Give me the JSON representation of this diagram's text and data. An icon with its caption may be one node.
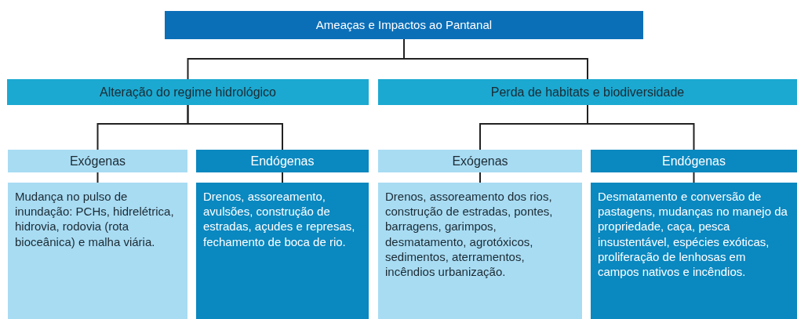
{
  "diagram": {
    "nodes": [
      {
        "text": [
          "Ameaças e Impactos ao Pantanal"
        ]
      },
      {
        "text": [
          "Alteração do regime hidrológico"
        ]
      },
      {
        "text": [
          "Perda de habitats e biodiversidade"
        ]
      },
      {
        "text": [
          "Exógenas"
        ]
      },
      {
        "text": [
          "Endógenas"
        ]
      },
      {
        "text": [
          "Exógenas"
        ]
      },
      {
        "text": [
          "Endógenas"
        ]
      },
      {
        "text": [
          "Mudança no pulso de inundação: PCHs, hidrelétrica, hidrovia, rodovia (rota bioceânica) e malha viária."
        ]
      },
      {
        "text": [
          "Drenos, assoreamento, avulsões, construção de estradas, açudes e represas, fechamento de boca de rio."
        ]
      },
      {
        "text": [
          "Drenos, assoreamento dos rios, construção de estradas, pontes, barragens, garimpos, desmatamento, agrotóxicos, sedimentos, aterramentos, incêndios urbanização."
        ]
      },
      {
        "text": [
          "Desmatamento e conversão de pastagens, mudanças no manejo da propriedade, caça, pesca insustentável, espécies exóticas, proliferação de lenhosas em campos nativos e incêndios."
        ]
      }
    ],
    "edges": [
      {
        "from": 0,
        "to": 1,
        "arrow": "none"
      },
      {
        "from": 0,
        "to": 2,
        "arrow": "none"
      },
      {
        "from": 1,
        "to": 3,
        "arrow": "none"
      },
      {
        "from": 1,
        "to": 4,
        "arrow": "none"
      },
      {
        "from": 2,
        "to": 5,
        "arrow": "none"
      },
      {
        "from": 2,
        "to": 6,
        "arrow": "none"
      },
      {
        "from": 3,
        "to": 7,
        "arrow": "none"
      },
      {
        "from": 4,
        "to": 8,
        "arrow": "none"
      },
      {
        "from": 5,
        "to": 9,
        "arrow": "none"
      },
      {
        "from": 6,
        "to": 10,
        "arrow": "none"
      }
    ]
  }
}
